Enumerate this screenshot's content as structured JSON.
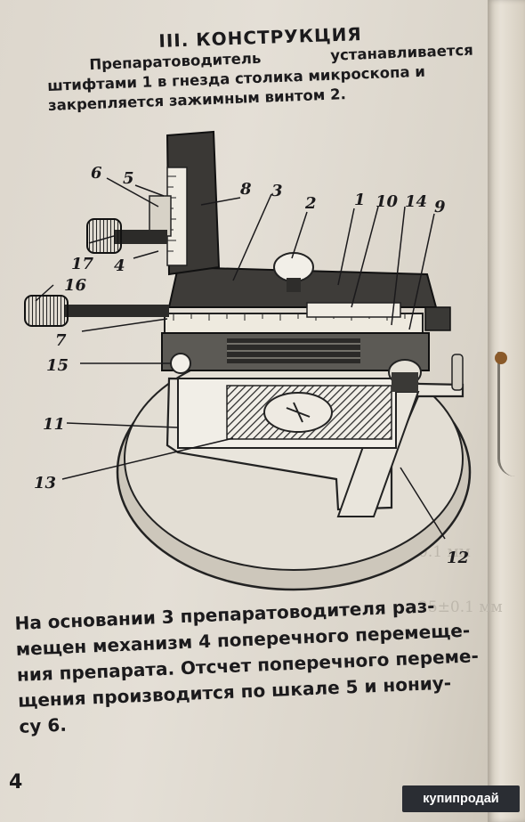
{
  "section": {
    "title": "III. КОНСТРУКЦИЯ"
  },
  "intro": {
    "word_start": "Препаратоводитель",
    "line1_rest": "устанавливается",
    "line2": "штифтами 1 в гнезда столика микроскопа и",
    "line3": "закрепляется зажимным винтом 2."
  },
  "figure": {
    "callouts": [
      "1",
      "2",
      "3",
      "4",
      "5",
      "6",
      "7",
      "8",
      "9",
      "10",
      "11",
      "12",
      "13",
      "14",
      "15",
      "16",
      "17"
    ],
    "bleed_text": [
      "0.1 мм",
      "25±0.1 мм"
    ]
  },
  "body": {
    "lines": [
      "На основании 3 препаратоводителя раз-",
      "мещен механизм 4 поперечного перемеще-",
      "ния препарата. Отсчет поперечного переме-",
      "щения производится  по шкале 5 и нониу-",
      "су 6."
    ]
  },
  "page": {
    "number": "4"
  },
  "watermark": {
    "text": "купипродай"
  }
}
